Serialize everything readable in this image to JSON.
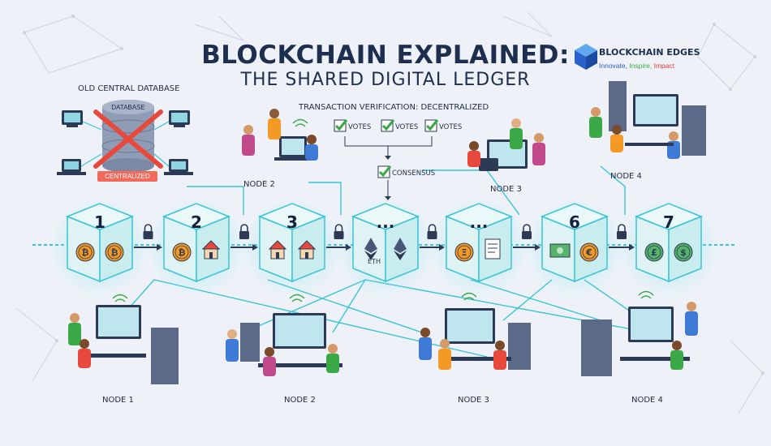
{
  "header": {
    "title": "BLOCKCHAIN EXPLAINED:",
    "subtitle": "THE SHARED DIGITAL LEDGER"
  },
  "brand": {
    "name": "BLOCKCHAIN EDGES",
    "tagline_parts": [
      {
        "text": "Innovate, ",
        "color": "#2a62c9"
      },
      {
        "text": "Inspire, ",
        "color": "#3aa847"
      },
      {
        "text": "Impact",
        "color": "#e53b3b"
      }
    ]
  },
  "central_db": {
    "heading": "OLD CENTRAL DATABASE",
    "db_label": "DATABASE",
    "badge": "CENTRALIZED"
  },
  "verification": {
    "heading": "TRANSACTION VERIFICATION: DECENTRALIZED",
    "votes": [
      "VOTES",
      "VOTES",
      "VOTES"
    ],
    "result": "CONSENSUS"
  },
  "blocks": [
    {
      "label": "1",
      "icon": "bitcoin-coins"
    },
    {
      "label": "2",
      "icon": "bitcoin-and-house"
    },
    {
      "label": "3",
      "icon": "houses"
    },
    {
      "label": "...",
      "icon": "ethereum",
      "caption": "ETH"
    },
    {
      "label": "...",
      "icon": "ethereum-and-contract"
    },
    {
      "label": "6",
      "icon": "cash-and-euro"
    },
    {
      "label": "7",
      "icon": "pound-and-dollar-coins"
    }
  ],
  "top_nodes": [
    {
      "label": "NODE 2"
    },
    {
      "label": "NODE 3"
    },
    {
      "label": "NODE 4"
    }
  ],
  "bottom_nodes": [
    {
      "label": "NODE 1"
    },
    {
      "label": "NODE 2"
    },
    {
      "label": "NODE 3"
    },
    {
      "label": "NODE 4"
    }
  ],
  "colors": {
    "accent": "#39c3d6",
    "block_face": "#dff3f4",
    "dark": "#1d2e4f",
    "bitcoin": "#f39a26",
    "cash": "#57b36b",
    "red": "#e8493d"
  }
}
